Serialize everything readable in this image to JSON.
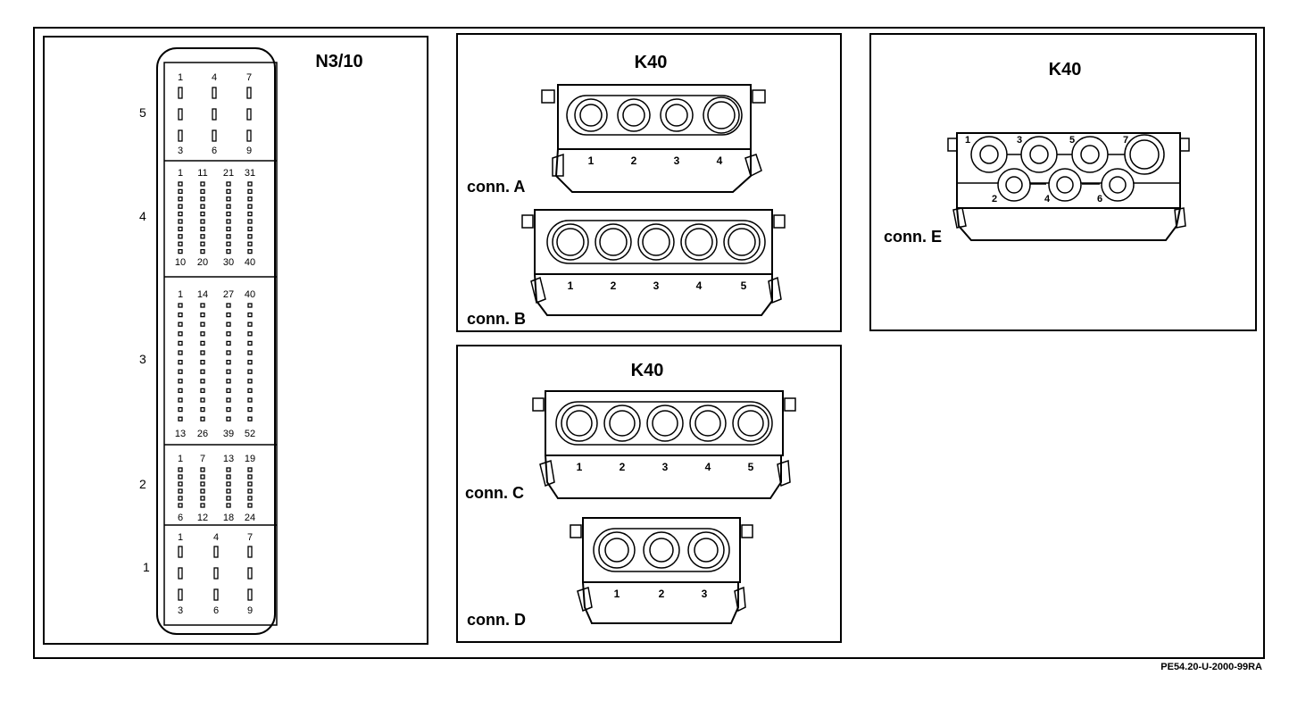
{
  "diagram_code": "PE54.20-U-2000-99RA",
  "n310": {
    "title": "N3/10",
    "sections": [
      {
        "label": "5",
        "top_pins": [
          "1",
          "4",
          "7"
        ],
        "bottom_pins": [
          "3",
          "6",
          "9"
        ]
      },
      {
        "label": "4",
        "top_pins": [
          "1",
          "11",
          "21",
          "31"
        ],
        "bottom_pins": [
          "10",
          "20",
          "30",
          "40"
        ]
      },
      {
        "label": "3",
        "top_pins": [
          "1",
          "14",
          "27",
          "40"
        ],
        "bottom_pins": [
          "13",
          "26",
          "39",
          "52"
        ]
      },
      {
        "label": "2",
        "top_pins": [
          "1",
          "7",
          "13",
          "19"
        ],
        "bottom_pins": [
          "6",
          "12",
          "18",
          "24"
        ]
      },
      {
        "label": "1",
        "top_pins": [
          "1",
          "4",
          "7"
        ],
        "bottom_pins": [
          "3",
          "6",
          "9"
        ]
      }
    ]
  },
  "k40_ab": {
    "title": "K40",
    "conn_a": {
      "label": "conn. A",
      "pins": [
        "1",
        "2",
        "3",
        "4"
      ]
    },
    "conn_b": {
      "label": "conn. B",
      "pins": [
        "1",
        "2",
        "3",
        "4",
        "5"
      ]
    }
  },
  "k40_cd": {
    "title": "K40",
    "conn_c": {
      "label": "conn. C",
      "pins": [
        "1",
        "2",
        "3",
        "4",
        "5"
      ]
    },
    "conn_d": {
      "label": "conn. D",
      "pins": [
        "1",
        "2",
        "3"
      ]
    }
  },
  "k40_e": {
    "title": "K40",
    "conn_e": {
      "label": "conn. E",
      "top_pins": [
        "1",
        "3",
        "5",
        "7"
      ],
      "bottom_pins": [
        "2",
        "4",
        "6"
      ]
    }
  }
}
